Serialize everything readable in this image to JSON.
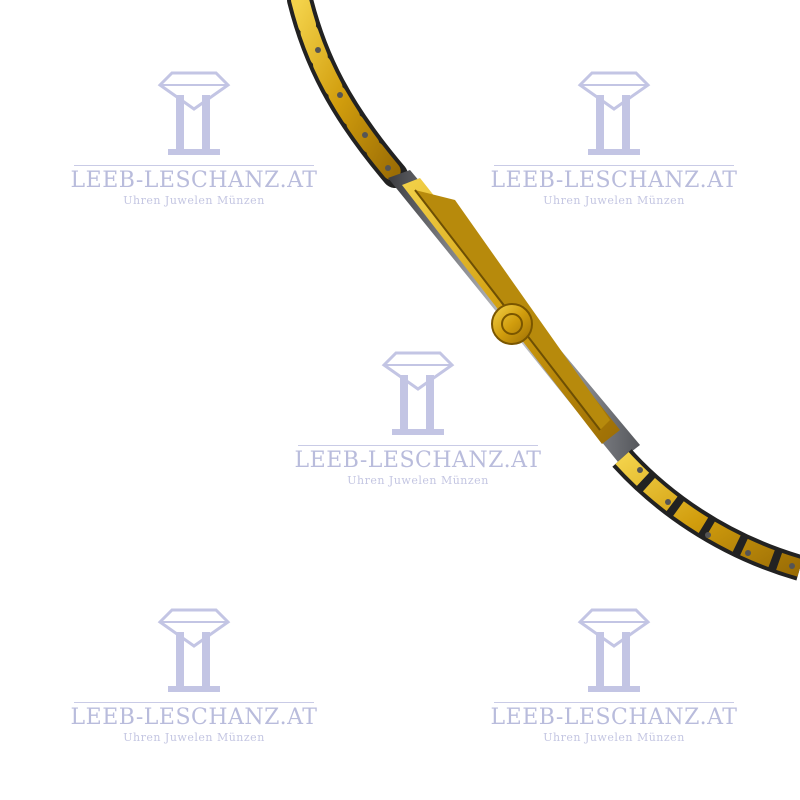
{
  "watermark": {
    "title": "LEEB-LESCHANZ.AT",
    "subtitle": "Uhren Juwelen Münzen",
    "color": "#b9bcdc"
  },
  "photo": {
    "subject": "two-tone watch",
    "colors": {
      "gold": "#d6a913",
      "steel": "#8c8f95",
      "background": "#ffffff"
    }
  }
}
